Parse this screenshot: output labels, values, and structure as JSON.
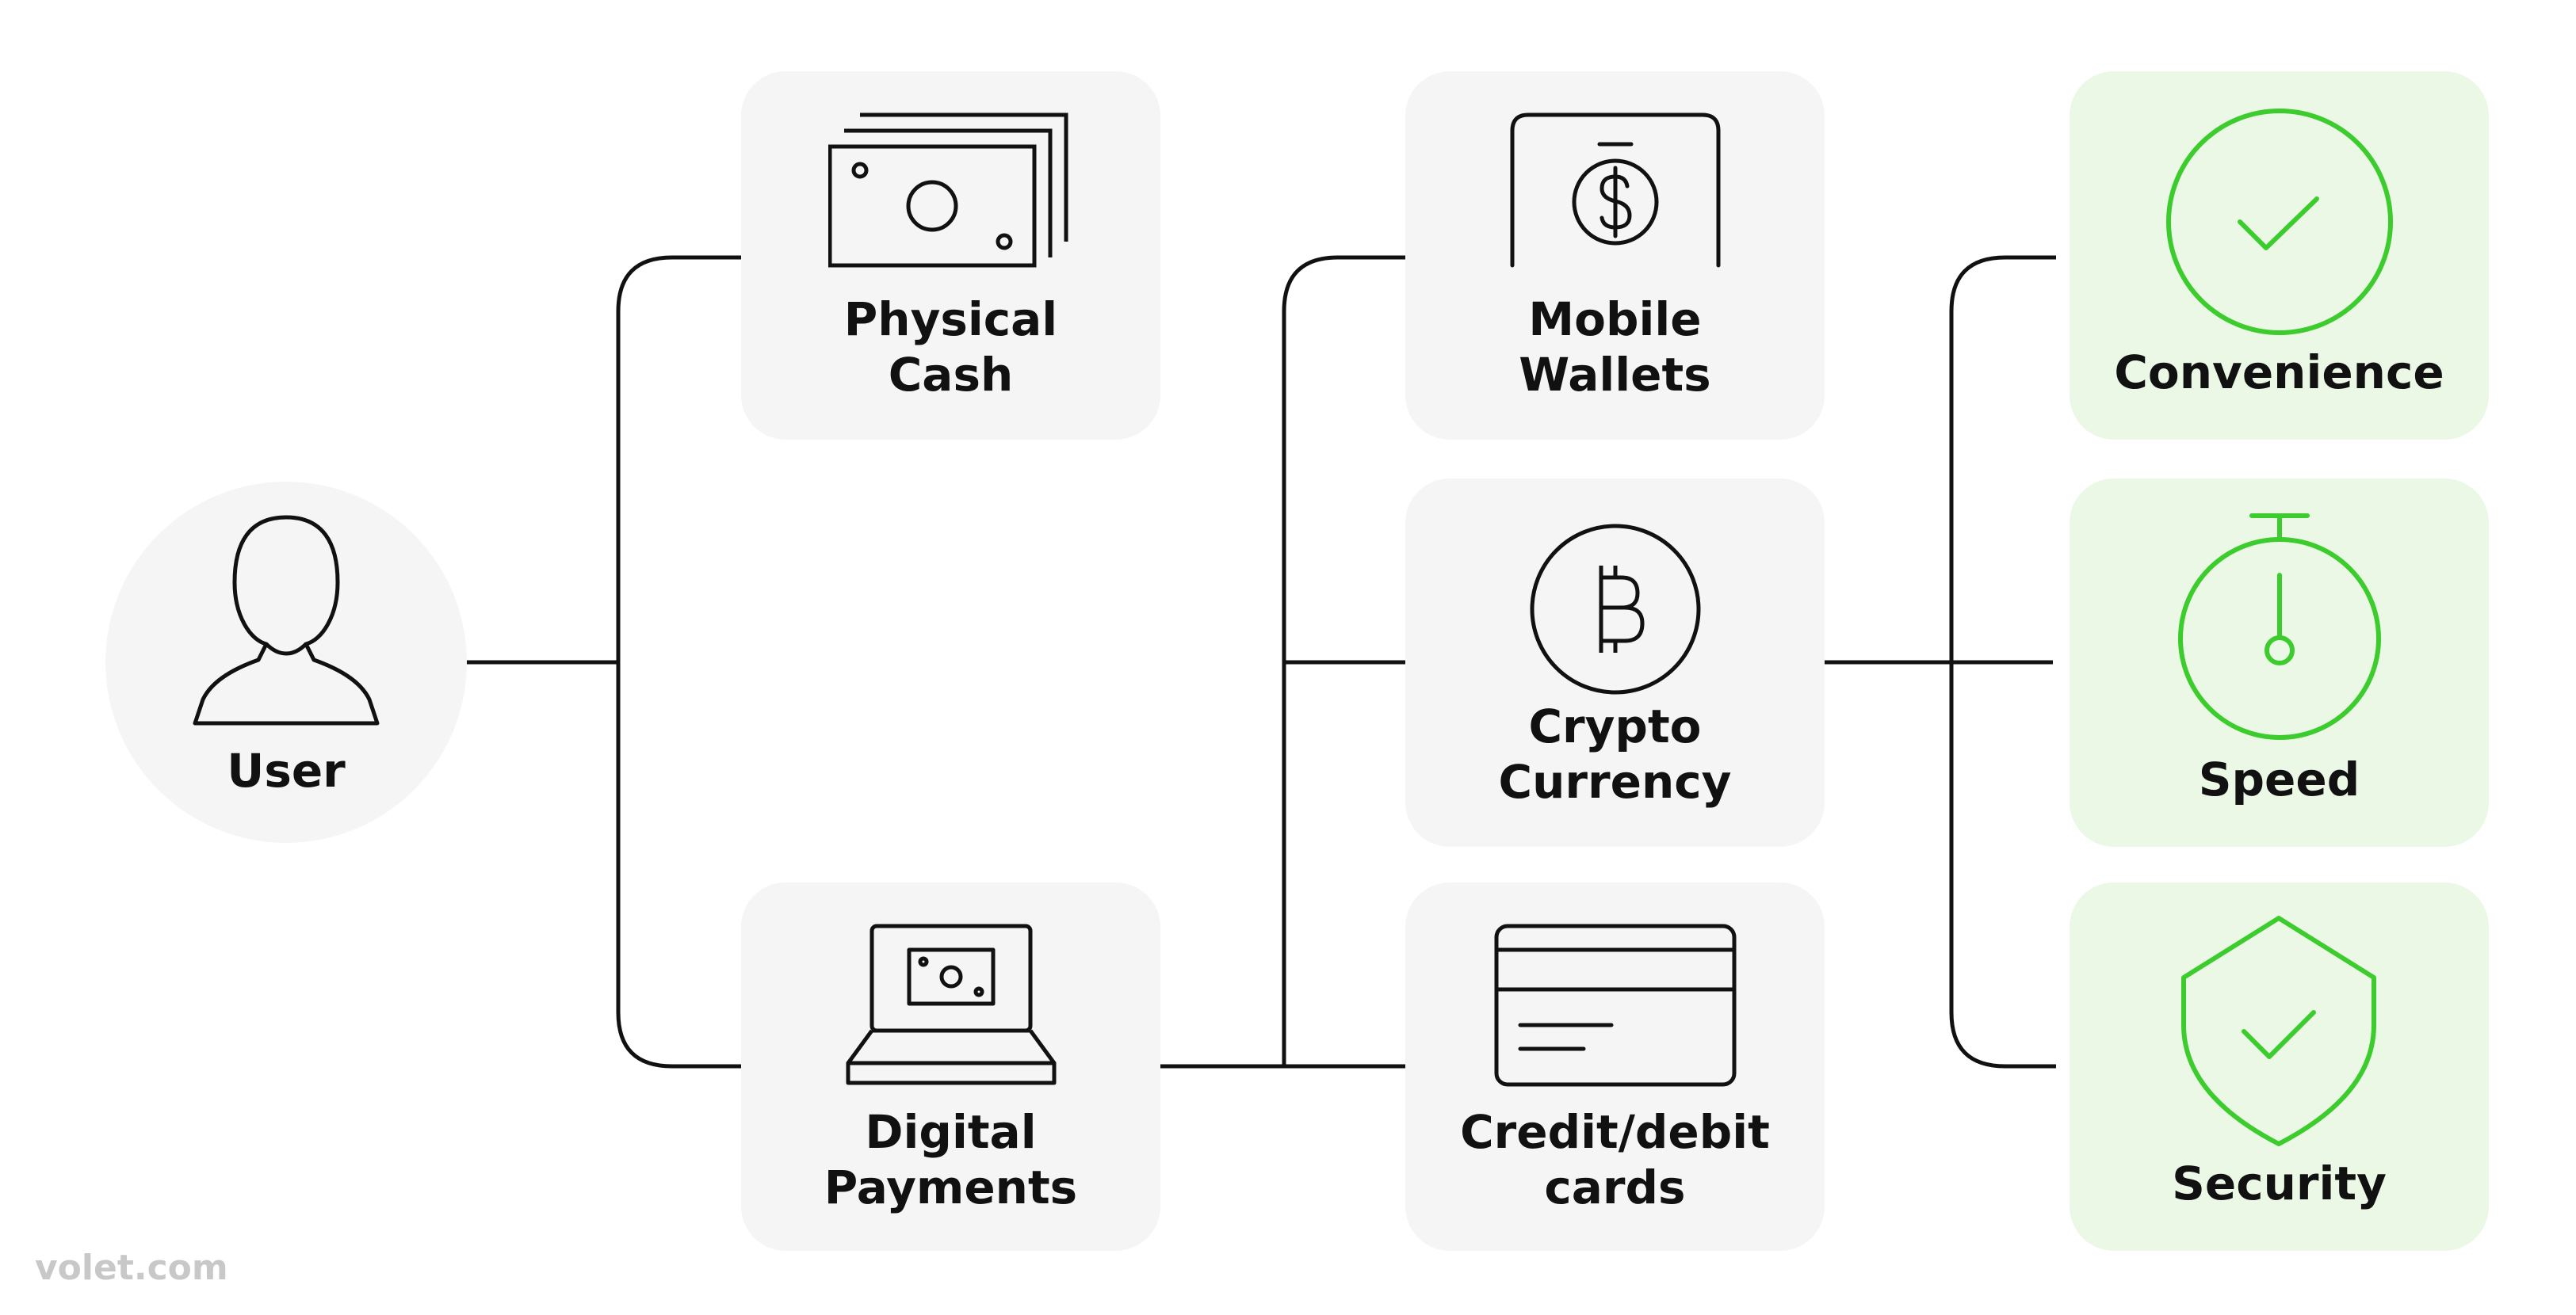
{
  "user": {
    "label": "User",
    "icon": "user-icon"
  },
  "payment_methods": [
    {
      "id": "physical-cash",
      "label": "Physical\nCash",
      "icon": "cash-icon"
    },
    {
      "id": "digital-payments",
      "label": "Digital\nPayments",
      "icon": "laptop-payment-icon"
    }
  ],
  "digital_options": [
    {
      "id": "mobile-wallets",
      "label": "Mobile\nWallets",
      "icon": "mobile-wallet-icon"
    },
    {
      "id": "crypto-currency",
      "label": "Crypto\nCurrency",
      "icon": "bitcoin-icon"
    },
    {
      "id": "credit-debit-cards",
      "label": "Credit/debit\ncards",
      "icon": "credit-card-icon"
    }
  ],
  "benefits": [
    {
      "id": "convenience",
      "label": "Convenience",
      "icon": "check-circle-icon"
    },
    {
      "id": "speed",
      "label": "Speed",
      "icon": "stopwatch-icon"
    },
    {
      "id": "security",
      "label": "Security",
      "icon": "shield-check-icon"
    }
  ],
  "colors": {
    "box": "#f5f5f5",
    "benefit_box": "#ebf8e6",
    "accent": "#3dcc2d",
    "line": "#111111",
    "watermark": "#c8c8c8"
  },
  "watermark": "volet.com"
}
